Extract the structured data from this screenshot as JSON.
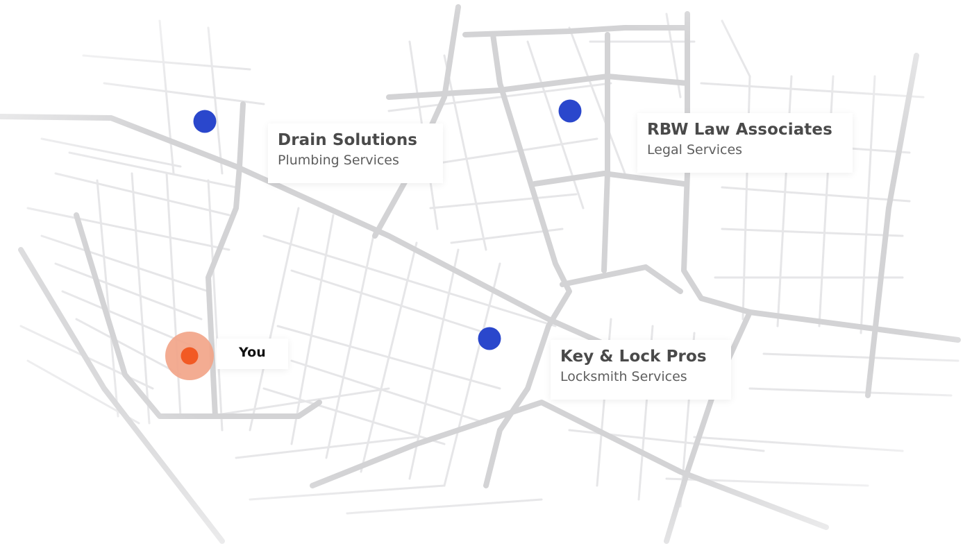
{
  "map": {
    "colors": {
      "background": "#ffffff",
      "street_major": "#d3d3d5",
      "street_minor": "#e6e6e8",
      "business_halo": "#4fa8f4",
      "business_core": "#2a47cc",
      "you_halo": "#f2a589",
      "you_core": "#f25a24"
    }
  },
  "you": {
    "label": "You"
  },
  "markers": [
    {
      "name": "Drain Solutions",
      "category": "Plumbing Services"
    },
    {
      "name": "RBW Law Associates",
      "category": "Legal Services"
    },
    {
      "name": "Key & Lock Pros",
      "category": "Locksmith Services"
    }
  ]
}
